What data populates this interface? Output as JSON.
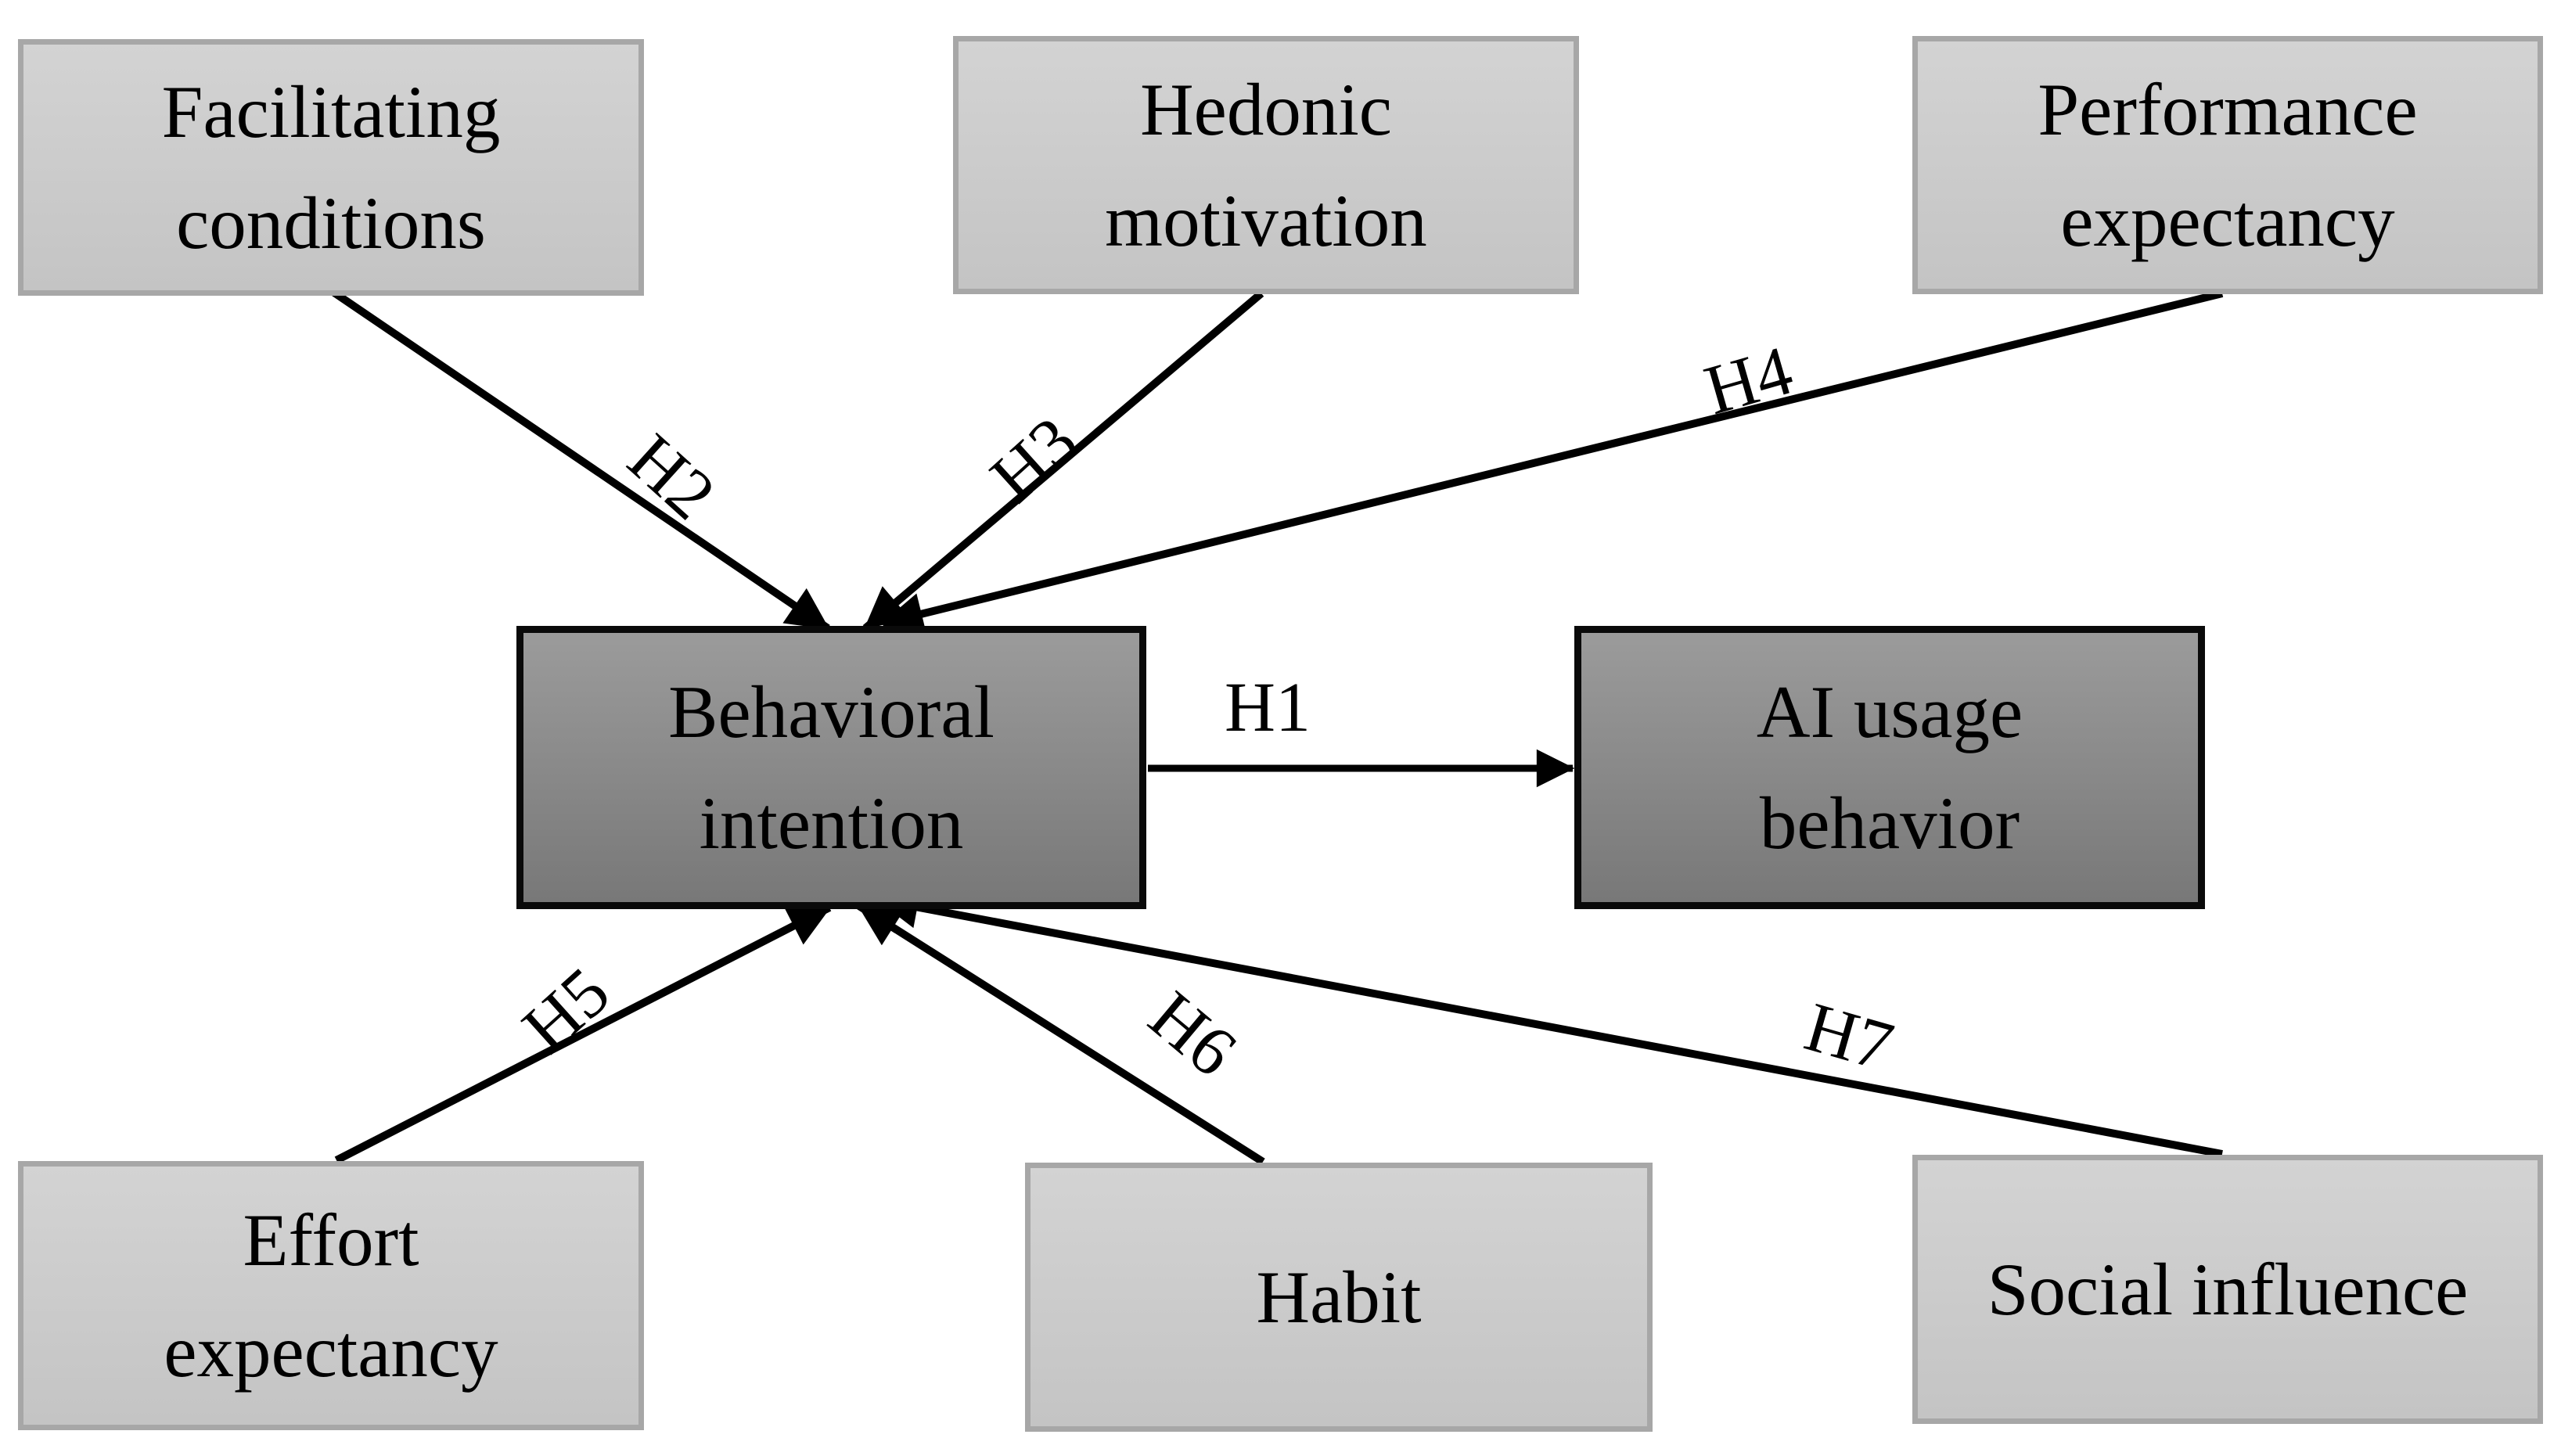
{
  "figure": {
    "description": "Research model diagram of hypothesized influences on behavioral intention and AI usage behavior"
  },
  "nodes": {
    "facilitating": {
      "line1": "Facilitating",
      "line2": "conditions"
    },
    "hedonic": {
      "line1": "Hedonic",
      "line2": "motivation"
    },
    "performance": {
      "line1": "Performance",
      "line2": "expectancy"
    },
    "behavioral": {
      "line1": "Behavioral",
      "line2": "intention"
    },
    "ai_usage": {
      "line1": "AI usage",
      "line2": "behavior"
    },
    "effort": {
      "line1": "Effort",
      "line2": "expectancy"
    },
    "habit": {
      "line1": "Habit"
    },
    "social": {
      "line1": "Social influence"
    }
  },
  "edges": [
    {
      "label": "H1",
      "from": "Behavioral intention",
      "to": "AI usage behavior"
    },
    {
      "label": "H2",
      "from": "Facilitating conditions",
      "to": "Behavioral intention"
    },
    {
      "label": "H3",
      "from": "Hedonic motivation",
      "to": "Behavioral intention"
    },
    {
      "label": "H4",
      "from": "Performance expectancy",
      "to": "Behavioral intention"
    },
    {
      "label": "H5",
      "from": "Effort expectancy",
      "to": "Behavioral intention"
    },
    {
      "label": "H6",
      "from": "Habit",
      "to": "Behavioral intention"
    },
    {
      "label": "H7",
      "from": "Social influence",
      "to": "Behavioral intention"
    }
  ],
  "colors": {
    "background": "#ffffff",
    "text_color": "#000000",
    "line_color": "#000000",
    "box_light_fill_top": "#d3d3d3",
    "box_light_fill_bottom": "#c4c4c4",
    "box_light_border": "#a7a7a7",
    "box_dark_fill_top": "#9b9b9b",
    "box_dark_fill_bottom": "#787878",
    "box_dark_border": "#0a0a0a"
  }
}
